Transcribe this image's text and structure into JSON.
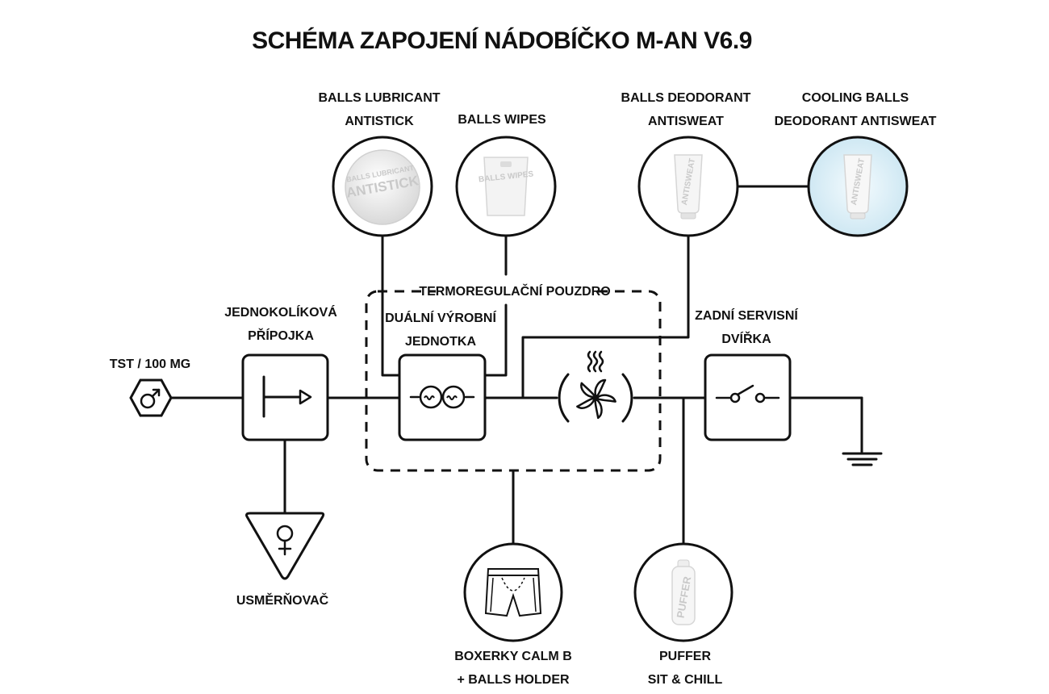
{
  "title": "SCHÉMA ZAPOJENÍ NÁDOBÍČKO M-AN V6.9",
  "labels": {
    "tst_line1": "TST / 100 MG",
    "pripojka_line1": "JEDNOKOLÍKOVÁ",
    "pripojka_line2": "PŘÍPOJKA",
    "usmernovac": "USMĚRŇOVAČ",
    "dualni_line1": "DUÁLNÍ VÝROBNÍ",
    "dualni_line2": "JEDNOTKA",
    "pouzdro": "TERMOREGULAČNÍ POUZDRO",
    "dvirka_line1": "ZADNÍ SERVISNÍ",
    "dvirka_line2": "DVÍŘKA",
    "lubricant_line1": "BALLS LUBRICANT",
    "lubricant_line2": "ANTISTICK",
    "wipes_line1": "BALLS WIPES",
    "deodorant_line1": "BALLS DEODORANT",
    "deodorant_line2": "ANTISWEAT",
    "cooling_line1": "COOLING BALLS",
    "cooling_line2": "DEODORANT ANTISWEAT",
    "boxerky_line1": "BOXERKY CALM B",
    "boxerky_line2": "+ BALLS HOLDER",
    "puffer_line1": "PUFFER",
    "puffer_line2": "SIT & CHILL"
  },
  "product_prints": {
    "lubricant_small": "BALLS LUBRICANT",
    "lubricant_big": "ANTISTICK",
    "wipes": "BALLS WIPES",
    "deodorant": "ANTISWEAT",
    "cooling": "ANTISWEAT",
    "puffer": "PUFFER"
  },
  "symbols": {
    "male": "male-symbol-icon",
    "female": "female-symbol-icon",
    "switch": "switch-icon",
    "fan": "fan-icon",
    "heat": "heat-waves-icon",
    "ground": "ground-icon",
    "diode": "diode-icon",
    "dual_unit": "dual-unit-icon"
  },
  "colors": {
    "line": "#111111",
    "cooling_bg": "#dff0f7"
  }
}
